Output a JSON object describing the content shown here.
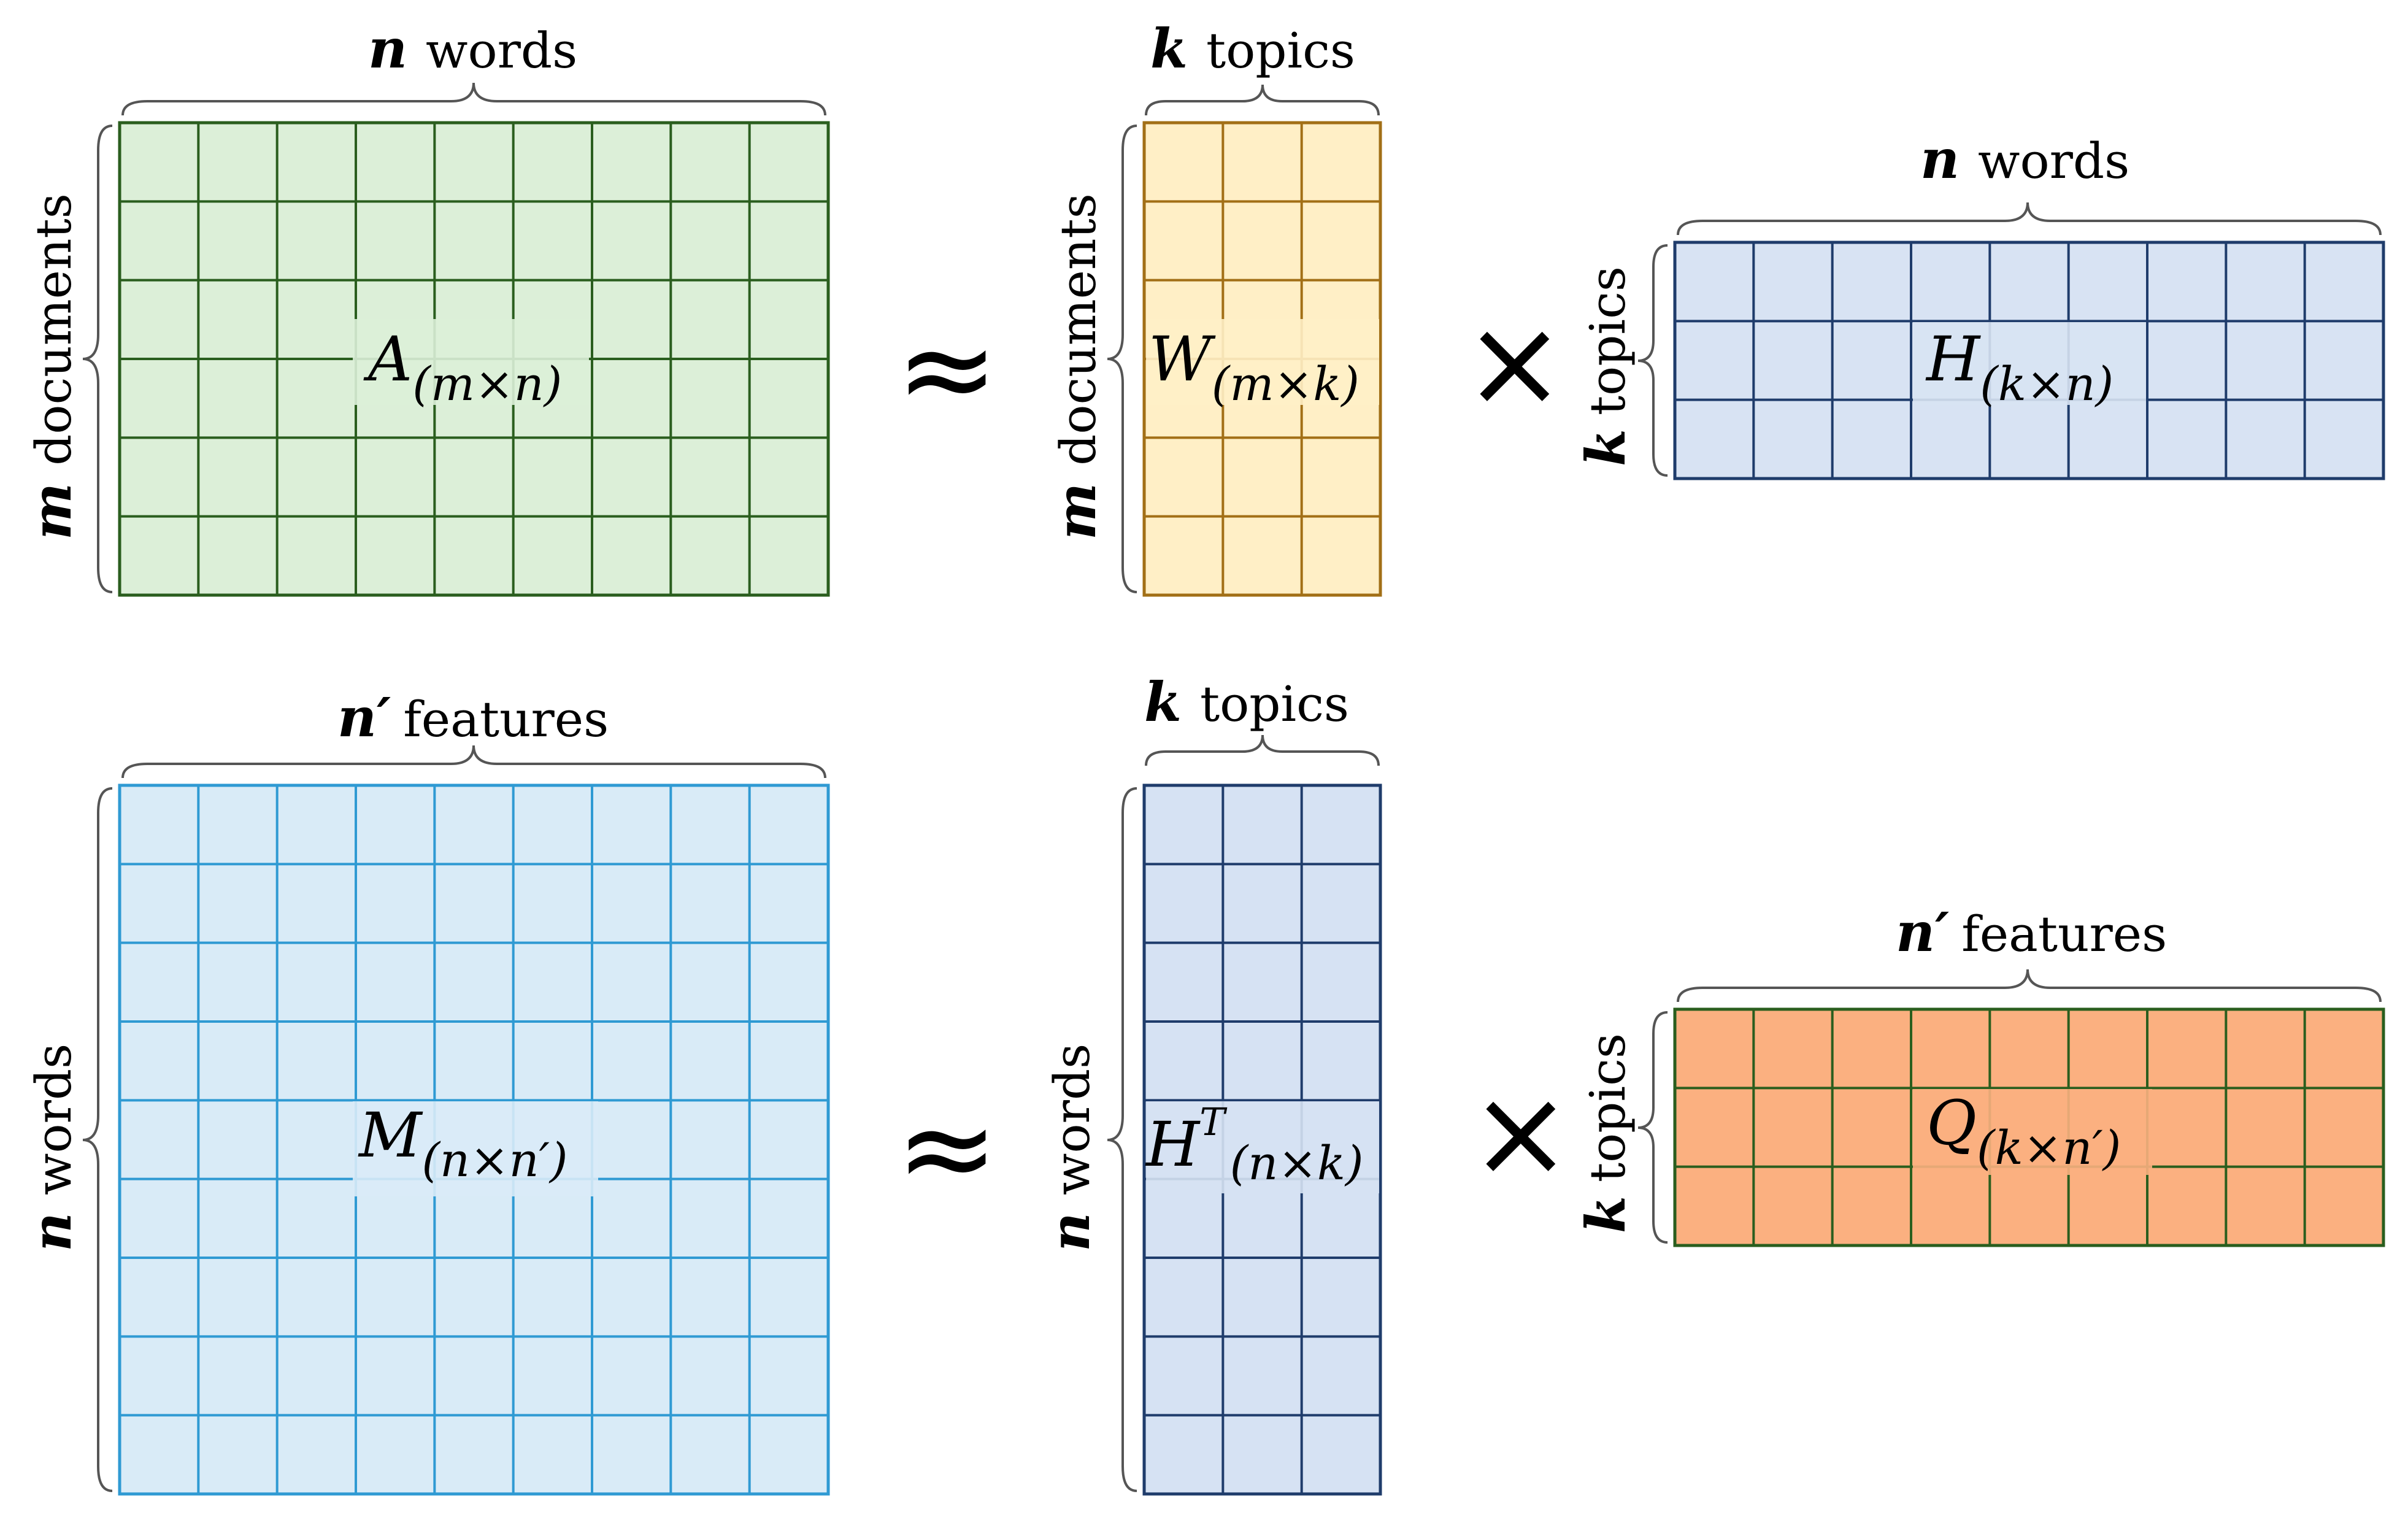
{
  "operators": {
    "approx": "≈",
    "times": "×"
  },
  "matrices": [
    {
      "id": "A",
      "name": "A",
      "sup": "",
      "sub": "(m×n)",
      "rows": 6,
      "cols": 9,
      "fill": "#dcefd8",
      "stroke": "#2a5e1e",
      "top_label": {
        "var": "n",
        "text": "words"
      },
      "side_label": {
        "var": "m",
        "text": "documents"
      }
    },
    {
      "id": "W",
      "name": "W",
      "sup": "",
      "sub": "(m×k)",
      "rows": 6,
      "cols": 3,
      "fill": "#ffefc6",
      "stroke": "#a26f16",
      "top_label": {
        "var": "k",
        "text": "topics"
      },
      "side_label": {
        "var": "m",
        "text": "documents"
      }
    },
    {
      "id": "H",
      "name": "H",
      "sup": "",
      "sub": "(k×n)",
      "rows": 3,
      "cols": 9,
      "fill": "#d8e3f3",
      "stroke": "#1f3c6b",
      "top_label": {
        "var": "n",
        "text": "words"
      },
      "side_label": {
        "var": "k",
        "text": "topics"
      }
    },
    {
      "id": "M",
      "name": "M",
      "sup": "",
      "sub": "(n×n′)",
      "rows": 9,
      "cols": 9,
      "fill": "#d9ebf7",
      "stroke": "#2f9ad3",
      "top_label": {
        "var": "n′",
        "text": "features"
      },
      "side_label": {
        "var": "n",
        "text": "words"
      }
    },
    {
      "id": "HT",
      "name": "H",
      "sup": "T",
      "sub": "(n×k)",
      "rows": 9,
      "cols": 3,
      "fill": "#d6e2f3",
      "stroke": "#1f3c6b",
      "top_label": {
        "var": "k",
        "text": "topics"
      },
      "side_label": {
        "var": "n",
        "text": "words"
      }
    },
    {
      "id": "Q",
      "name": "Q",
      "sup": "",
      "sub": "(k×n′)",
      "rows": 3,
      "cols": 9,
      "fill": "#fbb080",
      "stroke": "#2a5e1e",
      "top_label": {
        "var": "n′",
        "text": "features"
      },
      "side_label": {
        "var": "k",
        "text": "topics"
      }
    }
  ]
}
